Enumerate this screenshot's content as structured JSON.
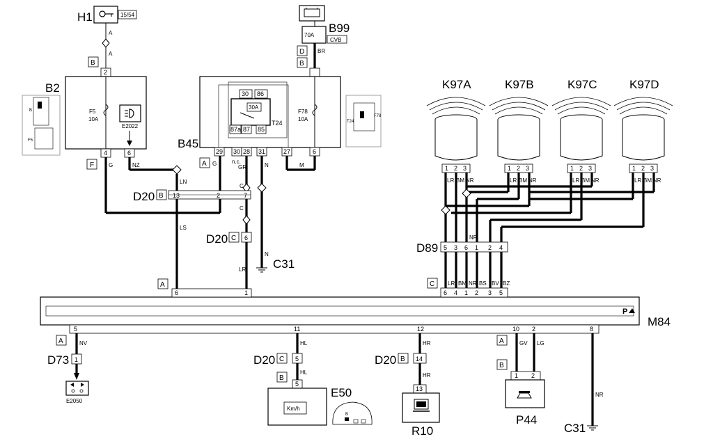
{
  "components": {
    "H1": {
      "name": "H1",
      "tag": "15/54",
      "conn": "B",
      "pin": "2",
      "wire": "A"
    },
    "B99": {
      "name": "B99",
      "fuse": "70A",
      "tag": "CVB",
      "conn_top": "D",
      "conn_bot": "B",
      "wire": "BR"
    },
    "B2": {
      "name": "B2",
      "fuse_name": "F5",
      "fuse_rating": "10A",
      "signal": "E2022",
      "pins": [
        "2",
        "4",
        "6"
      ],
      "conn": "F",
      "wires": [
        "G",
        "NZ"
      ]
    },
    "B45": {
      "name": "B45",
      "relay": "T24",
      "relay_fuse": "30A",
      "relay_pins": [
        "30",
        "86",
        "87a",
        "87",
        "85"
      ],
      "fuse_name": "F78",
      "fuse_rating": "10A",
      "pins": [
        "29",
        "30",
        "28",
        "31",
        "27",
        "6"
      ],
      "conn": "A",
      "nc": "n.c.",
      "wires": [
        "G",
        "GR",
        "N",
        "M"
      ],
      "thumb_fuse": "F78",
      "thumb_relay": "T24"
    },
    "D20_top": {
      "name": "D20",
      "conn": "B",
      "pins": [
        "13",
        "2",
        "7"
      ],
      "wire_ln": "LN",
      "wire_c1": "C",
      "wire_c2": "C"
    },
    "D20_mid": {
      "name": "D20",
      "conn": "C",
      "pin": "6",
      "wire": "LR"
    },
    "C31_top": {
      "name": "C31",
      "wire": "N"
    },
    "sensors": [
      {
        "name": "K97A",
        "pins": [
          "1",
          "2",
          "3"
        ],
        "wires": [
          "LR",
          "BM",
          "NR"
        ]
      },
      {
        "name": "K97B",
        "pins": [
          "1",
          "2",
          "3"
        ],
        "wires": [
          "LR",
          "BM",
          "NR"
        ]
      },
      {
        "name": "K97C",
        "pins": [
          "1",
          "2",
          "3"
        ],
        "wires": [
          "LR",
          "BM",
          "NR"
        ]
      },
      {
        "name": "K97D",
        "pins": [
          "1",
          "2",
          "3"
        ],
        "wires": [
          "LR",
          "BM",
          "NR"
        ]
      }
    ],
    "D89": {
      "name": "D89",
      "pins": [
        "5",
        "3",
        "6",
        "1",
        "2",
        "4"
      ],
      "wires_top": [
        "NR"
      ]
    },
    "M84": {
      "name": "M84",
      "conn_a": "A",
      "conn_c": "C",
      "top_pins_a": [
        "6",
        "1"
      ],
      "top_pins_c": [
        "6",
        "4",
        "1",
        "2",
        "3",
        "5"
      ],
      "top_wires_c": [
        "LR",
        "BM",
        "NR",
        "BS",
        "BV",
        "BZ"
      ],
      "wire_ls": "LS",
      "bottom_pins": [
        "5",
        "11",
        "12",
        "10",
        "2",
        "8"
      ]
    },
    "D73": {
      "name": "D73",
      "conn": "A",
      "pin": "1",
      "wire": "NV",
      "signal": "E2050"
    },
    "D20_hl": {
      "name": "D20",
      "conn": "C",
      "pin": "5",
      "wire_top": "HL",
      "wire_bot": "HL"
    },
    "E50": {
      "name": "E50",
      "conn": "B",
      "pin": "5",
      "display": "Km/h",
      "thumb": "B"
    },
    "D20_hr": {
      "name": "D20",
      "conn": "B",
      "pin": "14",
      "wire_top": "HR",
      "wire_bot": "HR"
    },
    "R10": {
      "name": "R10",
      "pin": "13"
    },
    "P44": {
      "name": "P44",
      "conn_a": "A",
      "conn_b": "B",
      "pins": [
        "1",
        "2"
      ],
      "wires": [
        "GV",
        "LG"
      ]
    },
    "C31_bot": {
      "name": "C31",
      "wire": "NR"
    }
  }
}
